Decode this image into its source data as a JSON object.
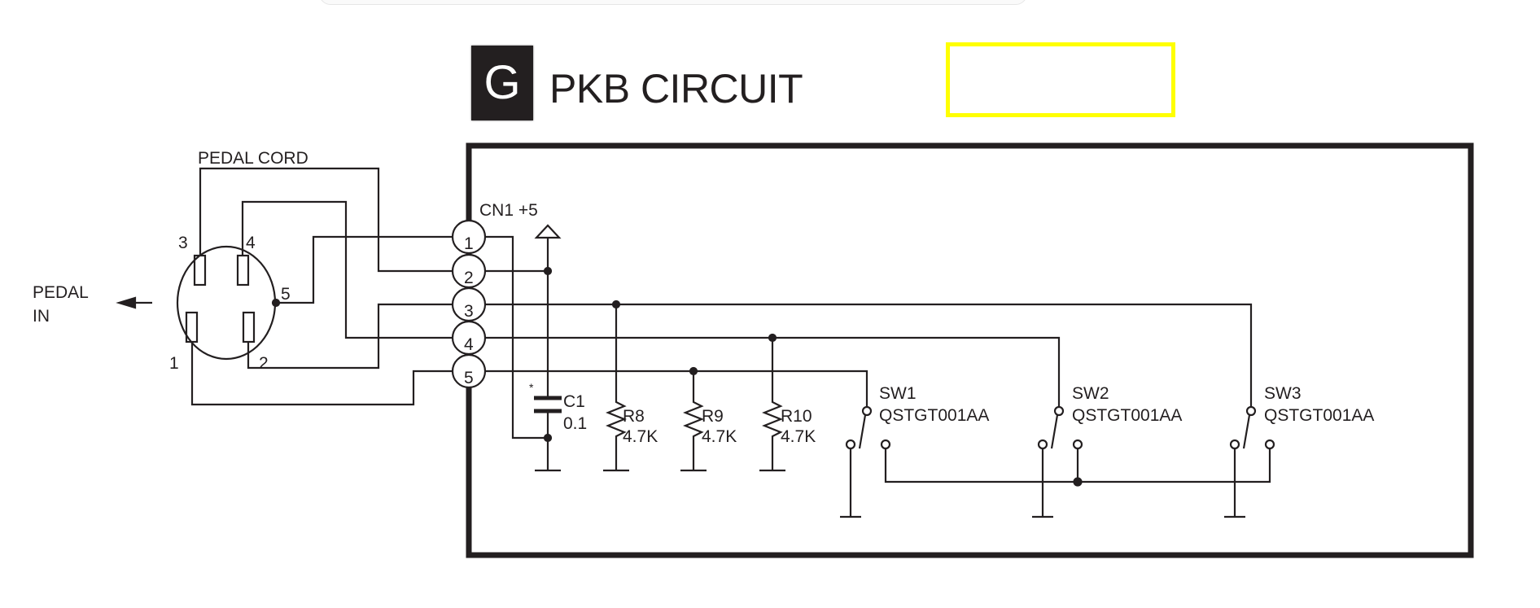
{
  "page": {
    "section_letter": "G",
    "title": "PKB CIRCUIT",
    "highlight_color": "#ffff00",
    "ink_color": "#231f20"
  },
  "connector": {
    "off_board_label_line1": "PEDAL",
    "off_board_label_line2": "IN",
    "cord_label": "PEDAL CORD",
    "plug_pins": [
      "1",
      "2",
      "3",
      "4",
      "5"
    ]
  },
  "board": {
    "connector_ref": "CN1",
    "supply_label": "+5",
    "cn1_pins": [
      "1",
      "2",
      "3",
      "4",
      "5"
    ],
    "capacitor": {
      "ref": "C1",
      "value": "0.1",
      "polarity_mark": "*"
    },
    "resistors": [
      {
        "ref": "R8",
        "value": "4.7K"
      },
      {
        "ref": "R9",
        "value": "4.7K"
      },
      {
        "ref": "R10",
        "value": "4.7K"
      }
    ],
    "switches": [
      {
        "ref": "SW1",
        "part": "QSTGT001AA"
      },
      {
        "ref": "SW2",
        "part": "QSTGT001AA"
      },
      {
        "ref": "SW3",
        "part": "QSTGT001AA"
      }
    ]
  }
}
